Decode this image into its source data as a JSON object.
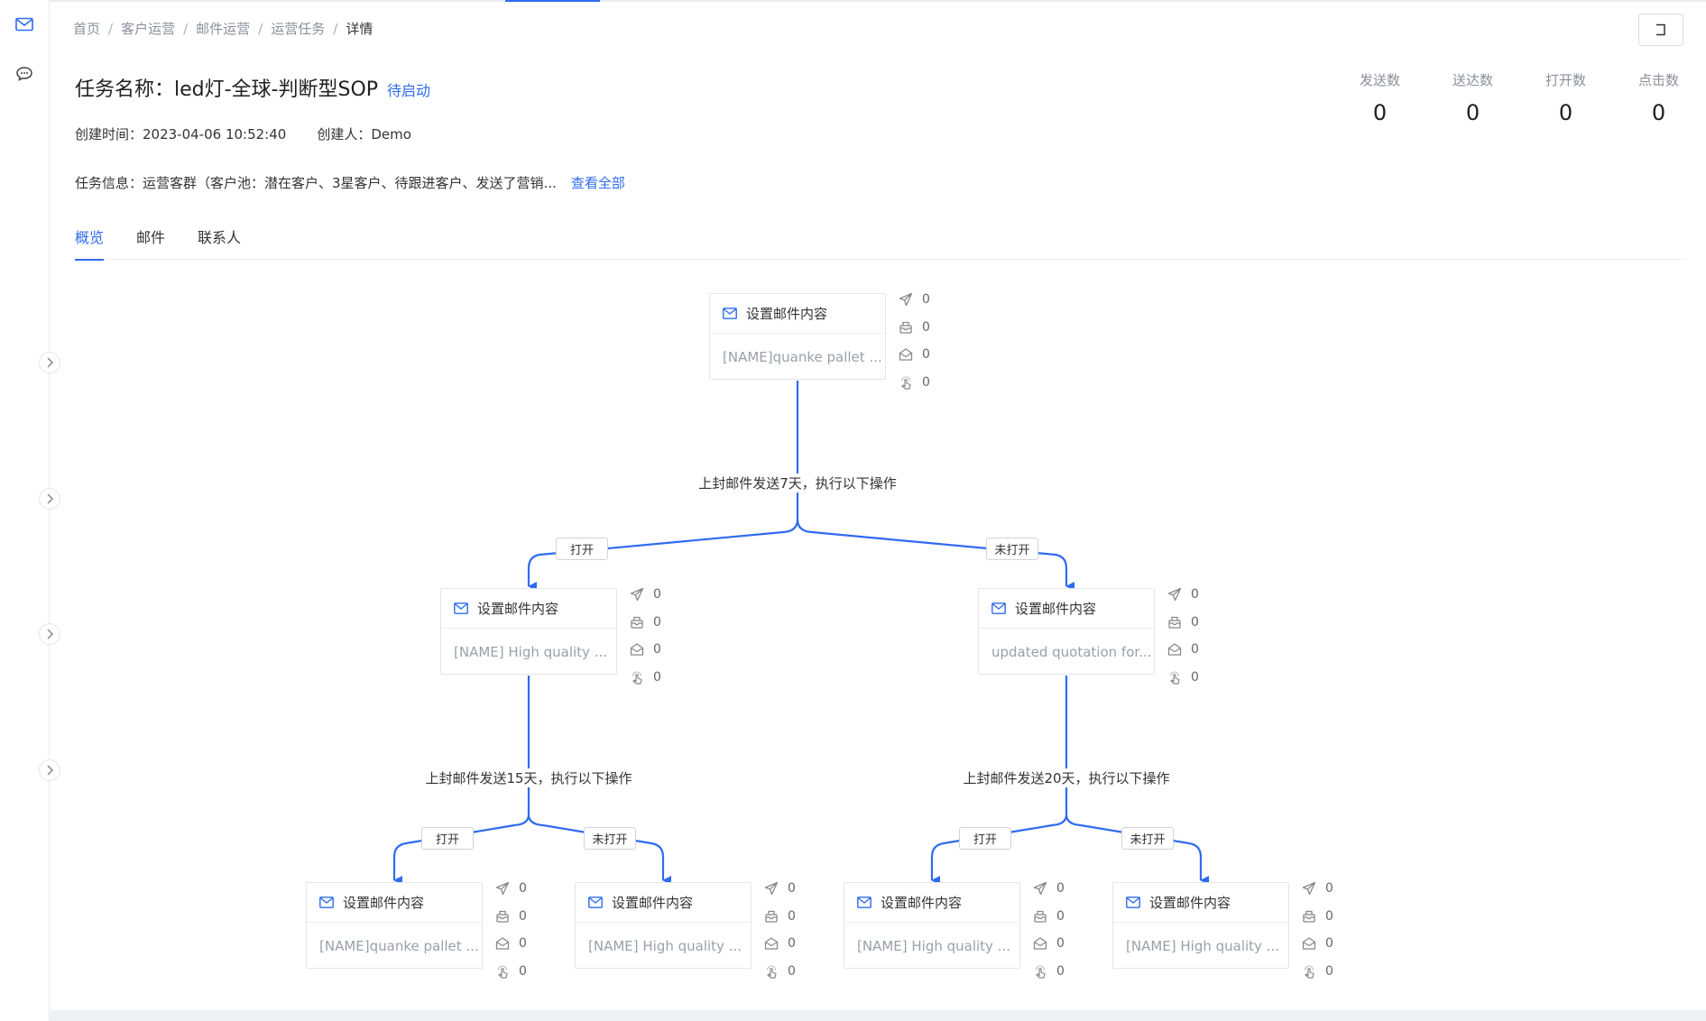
{
  "breadcrumb": [
    {
      "label": "首页"
    },
    {
      "label": "客户运营"
    },
    {
      "label": "邮件运营"
    },
    {
      "label": "运营任务"
    },
    {
      "label": "详情"
    }
  ],
  "breadcrumb_separator": "/",
  "task": {
    "title": "任务名称：led灯-全球-判断型SOP",
    "status": "待启动",
    "created_time": "创建时间：2023-04-06 10:52:40",
    "creator": "创建人：Demo",
    "info": "任务信息：运营客群（客户池：潜在客户、3星客户、待跟进客户、发送了营销...",
    "view_all": "查看全部"
  },
  "stats": [
    {
      "label": "发送数",
      "value": "0"
    },
    {
      "label": "送达数",
      "value": "0"
    },
    {
      "label": "打开数",
      "value": "0"
    },
    {
      "label": "点击数",
      "value": "0"
    }
  ],
  "tabs": [
    {
      "label": "概览",
      "active": true
    },
    {
      "label": "邮件",
      "active": false
    },
    {
      "label": "联系人",
      "active": false
    }
  ],
  "flow": {
    "nodes": [
      {
        "title": "设置邮件内容",
        "preview": "[NAME]quanke pallet ...",
        "sent": "0",
        "delivered": "0",
        "opened": "0",
        "clicked": "0"
      },
      {
        "title": "设置邮件内容",
        "preview": "[NAME] High quality ...",
        "sent": "0",
        "delivered": "0",
        "opened": "0",
        "clicked": "0"
      },
      {
        "title": "设置邮件内容",
        "preview": "updated quotation for...",
        "sent": "0",
        "delivered": "0",
        "opened": "0",
        "clicked": "0"
      },
      {
        "title": "设置邮件内容",
        "preview": "[NAME]quanke pallet ...",
        "sent": "0",
        "delivered": "0",
        "opened": "0",
        "clicked": "0"
      },
      {
        "title": "设置邮件内容",
        "preview": "[NAME] High quality ...",
        "sent": "0",
        "delivered": "0",
        "opened": "0",
        "clicked": "0"
      },
      {
        "title": "设置邮件内容",
        "preview": "[NAME] High quality ...",
        "sent": "0",
        "delivered": "0",
        "opened": "0",
        "clicked": "0"
      },
      {
        "title": "设置邮件内容",
        "preview": "[NAME] High quality ...",
        "sent": "0",
        "delivered": "0",
        "opened": "0",
        "clicked": "0"
      }
    ],
    "conditions": [
      {
        "label": "上封邮件发送7天，执行以下操作"
      },
      {
        "label": "上封邮件发送15天，执行以下操作"
      },
      {
        "label": "上封邮件发送20天，执行以下操作"
      }
    ],
    "branch_open": "打开",
    "branch_unopened": "未打开"
  },
  "colors": {
    "accent": "#2f6bf0",
    "line": "#2f6bf0",
    "muted": "#8a8f99"
  },
  "icons": {
    "rail": [
      "mail-icon",
      "chat-icon"
    ],
    "node_stats": [
      "send-icon",
      "delivered-icon",
      "open-icon",
      "click-icon"
    ]
  }
}
